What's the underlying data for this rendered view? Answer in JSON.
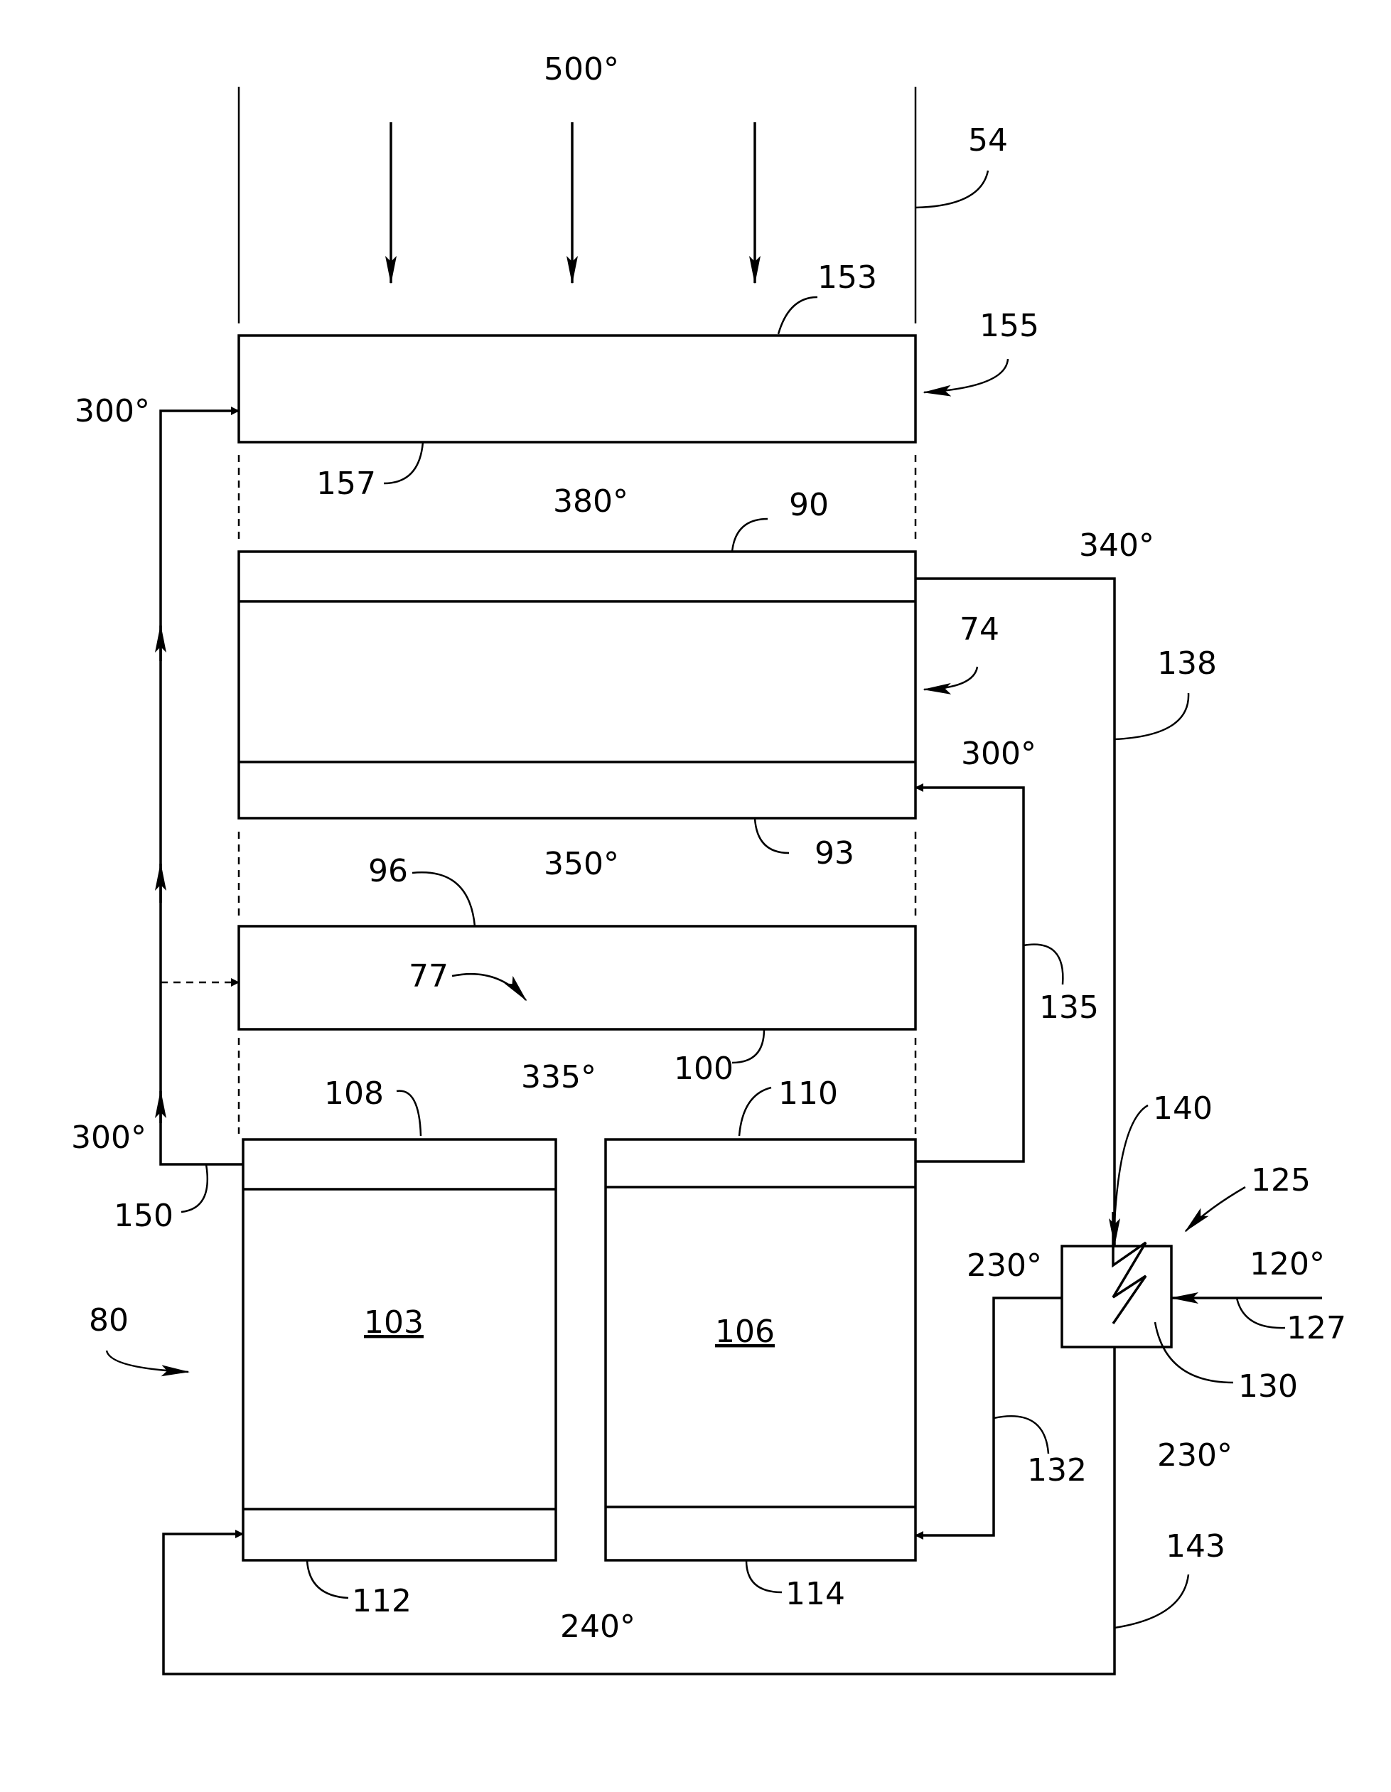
{
  "temperatures": {
    "t_inlet": "500°",
    "t_157": "300°",
    "t_380": "380°",
    "t_340": "340°",
    "t_300_right": "300°",
    "t_350": "350°",
    "t_335": "335°",
    "t_300_left": "300°",
    "t_230_left": "230°",
    "t_120": "120°",
    "t_230_right": "230°",
    "t_240": "240°"
  },
  "labels": {
    "n54": "54",
    "n153": "153",
    "n155": "155",
    "n157": "157",
    "n90": "90",
    "n74": "74",
    "n138": "138",
    "n93": "93",
    "n96": "96",
    "n77": "77",
    "n135": "135",
    "n100": "100",
    "n108": "108",
    "n110": "110",
    "n140": "140",
    "n125": "125",
    "n150": "150",
    "n80": "80",
    "n103": "103",
    "n106": "106",
    "n127": "127",
    "n130": "130",
    "n132": "132",
    "n143": "143",
    "n112": "112",
    "n114": "114"
  }
}
